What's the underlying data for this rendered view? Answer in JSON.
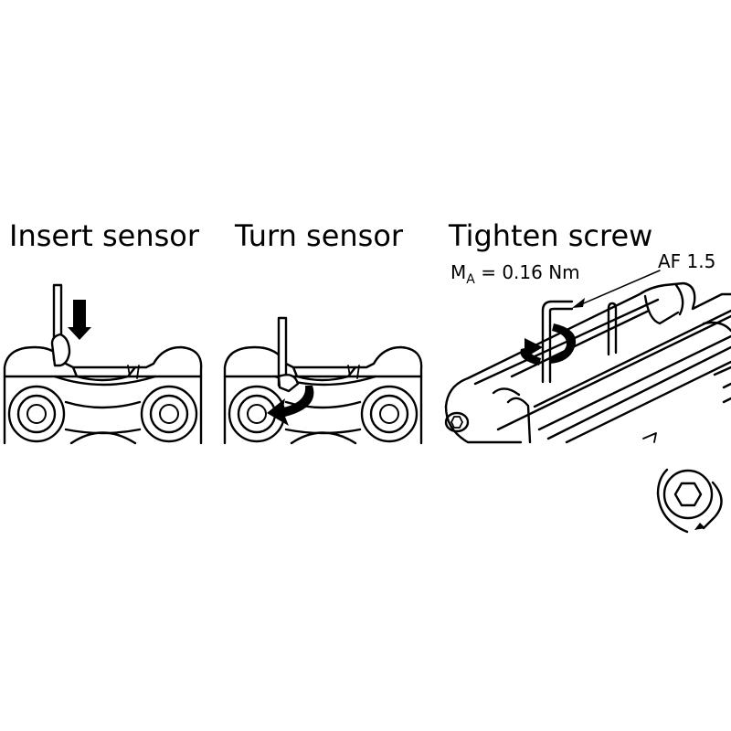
{
  "steps": [
    {
      "title": "Insert sensor"
    },
    {
      "title": "Turn sensor"
    },
    {
      "title": "Tighten screw"
    }
  ],
  "torque": {
    "symbol": "M",
    "subscript": "A",
    "value": "= 0.16 Nm"
  },
  "tool_label": "AF 1.5",
  "icons": [
    "down-arrow-icon",
    "curved-arrow-icon",
    "rotate-arrow-icon",
    "hex-socket-icon"
  ]
}
